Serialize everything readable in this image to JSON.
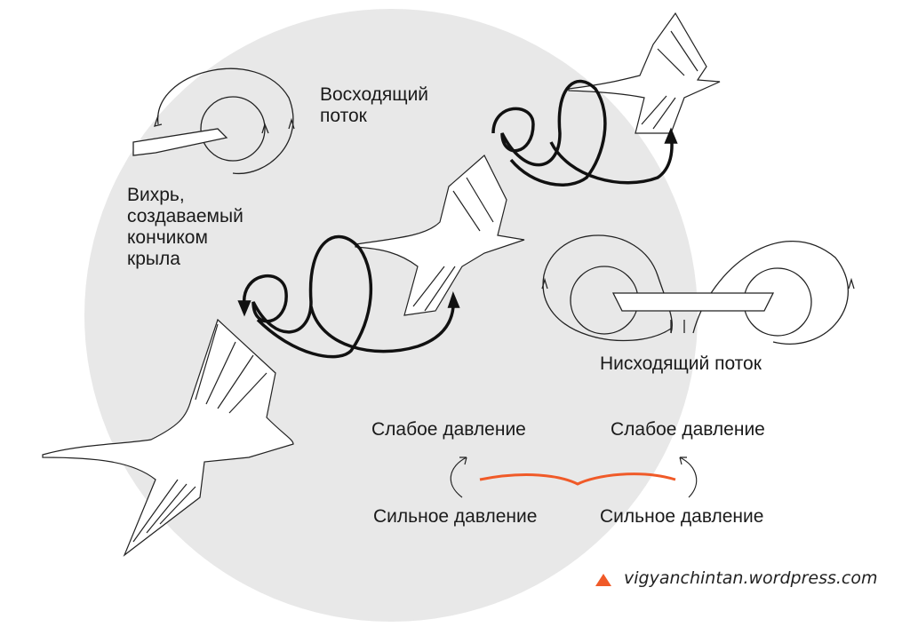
{
  "labels": {
    "updraft": [
      "Восходящий",
      "поток"
    ],
    "vortex": [
      "Вихрь,",
      "создаваемый",
      "кончиком",
      "крыла"
    ],
    "downdraft": "Нисходящий поток",
    "low_pressure_left": "Слабое давление",
    "low_pressure_right": "Слабое давление",
    "high_pressure_left": "Сильное давление",
    "high_pressure_right": "Сильное давление"
  },
  "watermark": "vigyanchintan.wordpress.com",
  "colors": {
    "background_circle": "#e8e8e8",
    "accent": "#f05a28",
    "ink": "#111111"
  }
}
